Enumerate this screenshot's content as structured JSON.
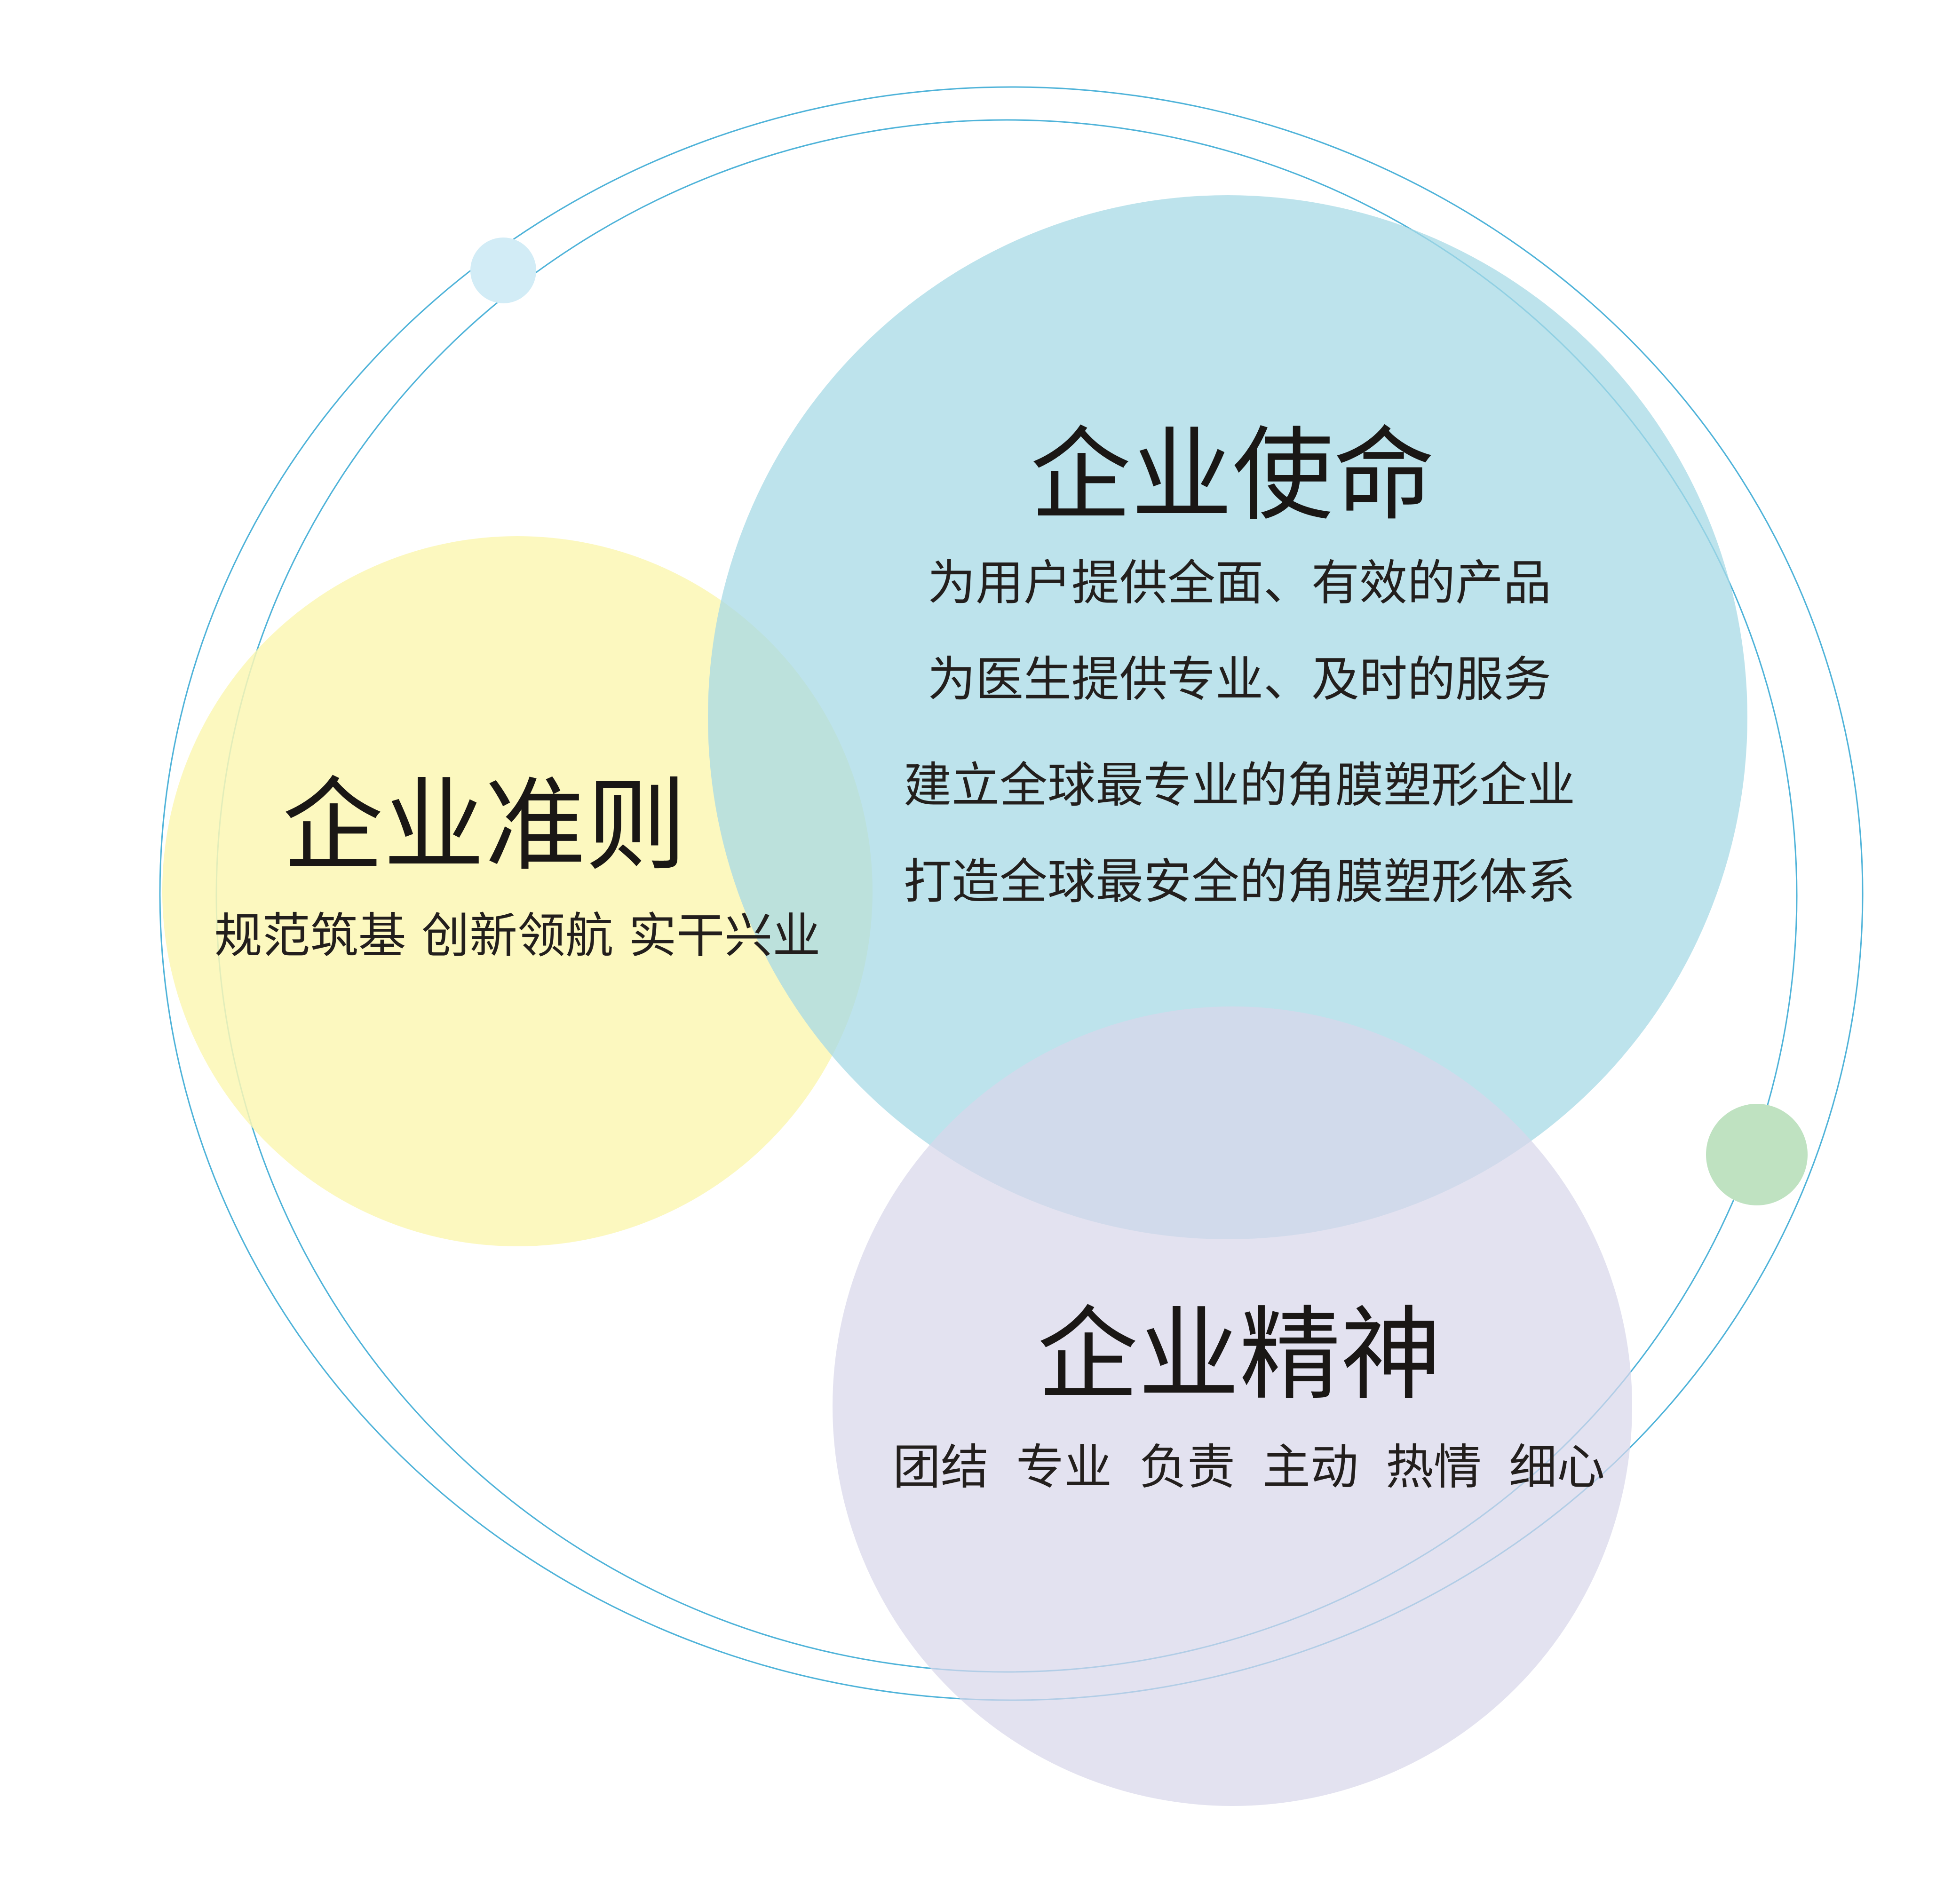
{
  "colors": {
    "ring": "#4fb3d9",
    "mission_circle": "#a7dae6",
    "principle_circle": "#fbf7b4",
    "spirit_circle": "#d8d7ea",
    "small_dot_top": "#d2ecf6",
    "small_dot_right": "#bfe2c1",
    "text": "#231f1d"
  },
  "principles": {
    "title": "企业准则",
    "tagline": "规范筑基 创新领航 实干兴业"
  },
  "mission": {
    "title": "企业使命",
    "lines": [
      "为用户提供全面、有效的产品",
      "为医生提供专业、及时的服务",
      "建立全球最专业的角膜塑形企业",
      "打造全球最安全的角膜塑形体系"
    ]
  },
  "spirit": {
    "title": "企业精神",
    "values": [
      "团结",
      "专业",
      "负责",
      "主动",
      "热情",
      "细心"
    ]
  }
}
